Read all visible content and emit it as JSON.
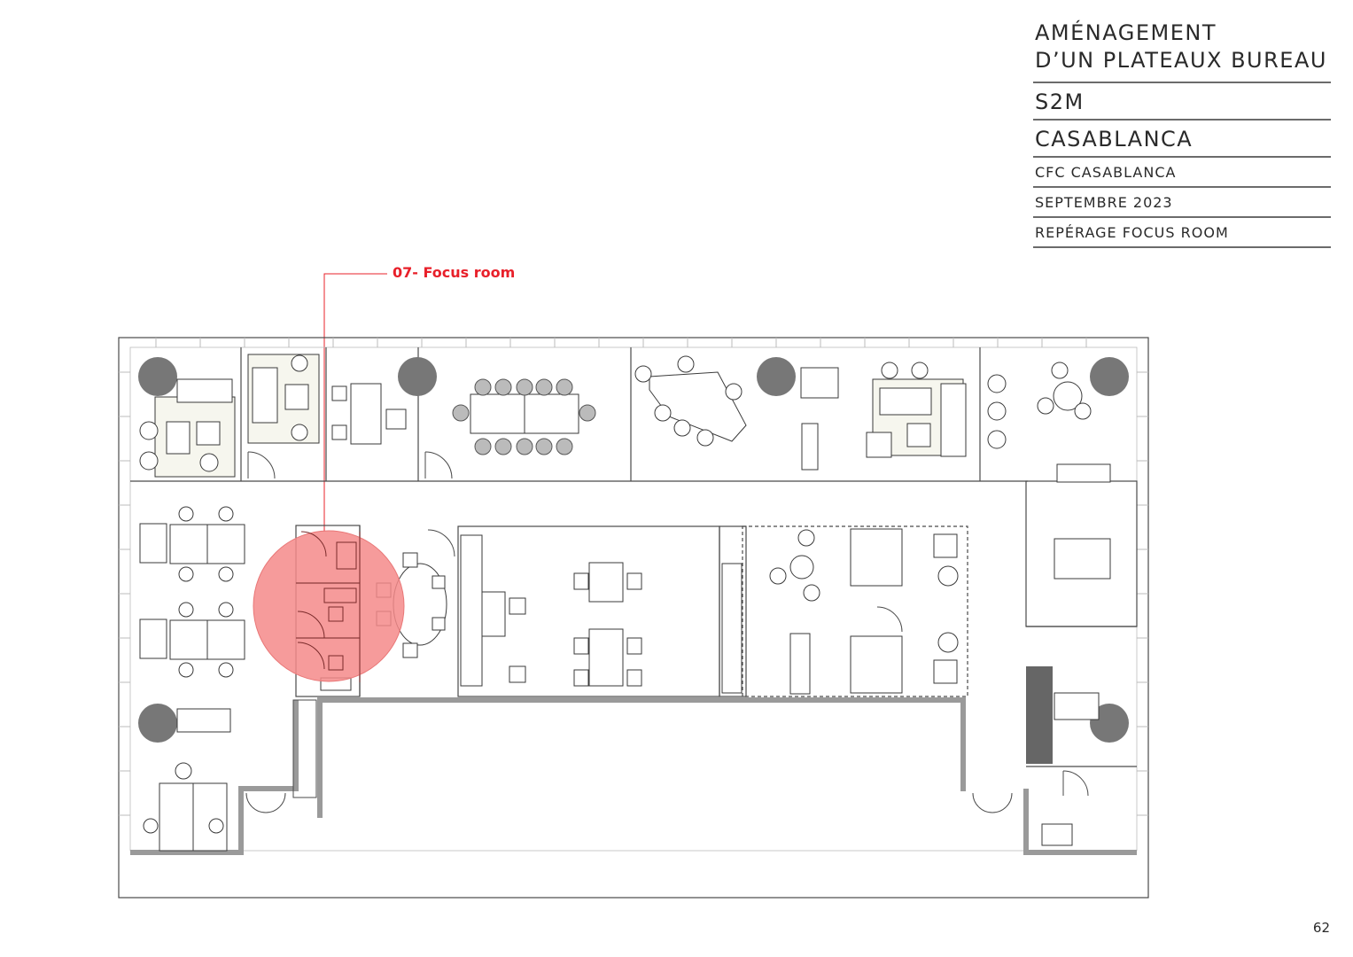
{
  "title_block": {
    "title_line1": "AMÉNAGEMENT",
    "title_line2": "D’UN PLATEAUX BUREAU",
    "client": "S2M",
    "city": "CASABLANCA",
    "location": "CFC CASABLANCA",
    "date": "SEPTEMBRE 2023",
    "sheet": "REPÉRAGE FOCUS ROOM"
  },
  "callout": {
    "label": "07- Focus room",
    "color": "#e8202a"
  },
  "page_number": "62",
  "colors": {
    "highlight": "#f58a8a",
    "wall": "#9a9a9a",
    "column": "#777777",
    "lines": "#4a4a4a"
  }
}
